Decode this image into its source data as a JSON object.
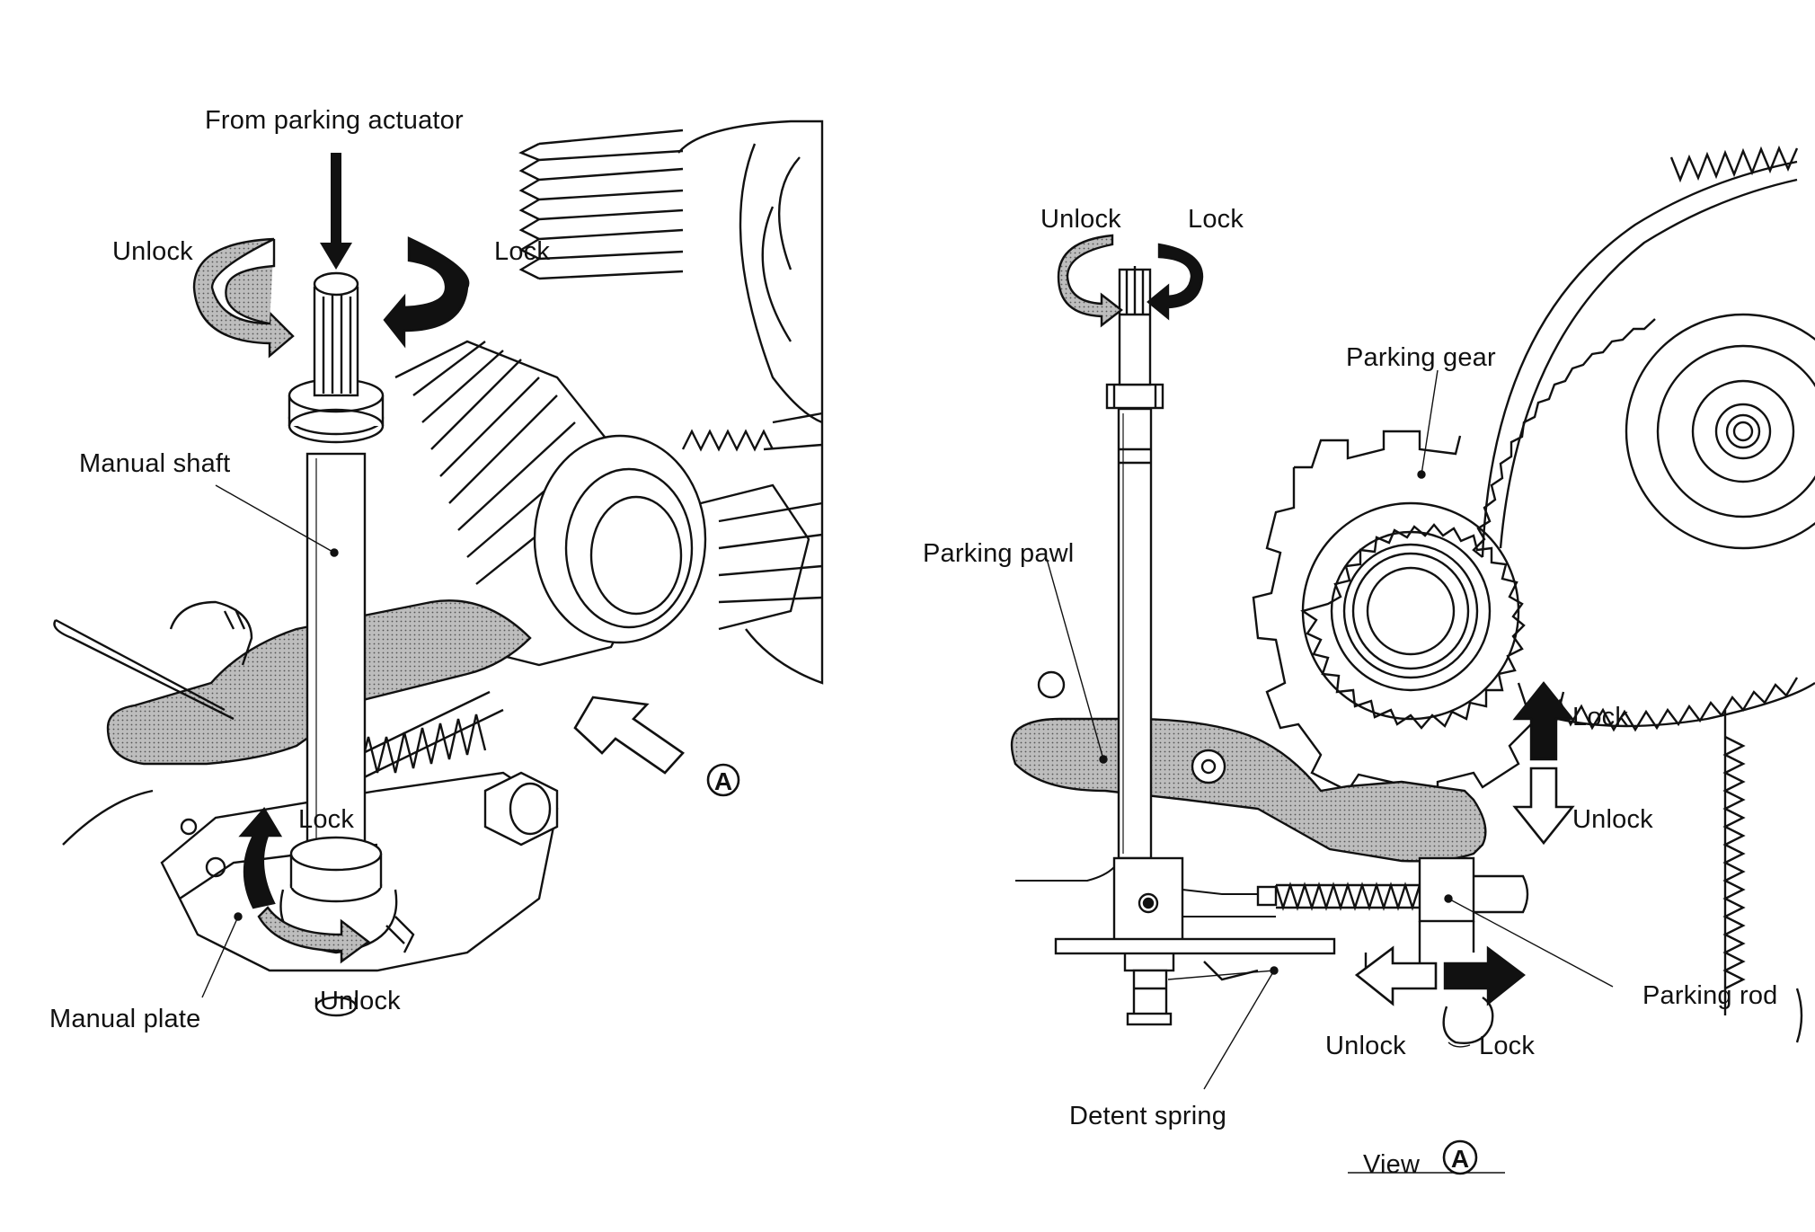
{
  "colors": {
    "ink": "#111111",
    "hatch_fill": "#b9b9b9",
    "paper": "#ffffff"
  },
  "left_view": {
    "from_parking_actuator": "From parking actuator",
    "unlock_top": "Unlock",
    "lock_top": "Lock",
    "manual_shaft": "Manual shaft",
    "lock_bottom": "Lock",
    "unlock_bottom": "Unlock",
    "manual_plate": "Manual plate",
    "view_marker": "A"
  },
  "right_view": {
    "unlock_top": "Unlock",
    "lock_top": "Lock",
    "parking_gear": "Parking gear",
    "parking_pawl": "Parking pawl",
    "lock_pawl": "Lock",
    "unlock_pawl": "Unlock",
    "parking_rod": "Parking rod",
    "unlock_rod": "Unlock",
    "lock_rod": "Lock",
    "detent_spring": "Detent spring",
    "view_caption": "View",
    "view_marker": "A"
  }
}
